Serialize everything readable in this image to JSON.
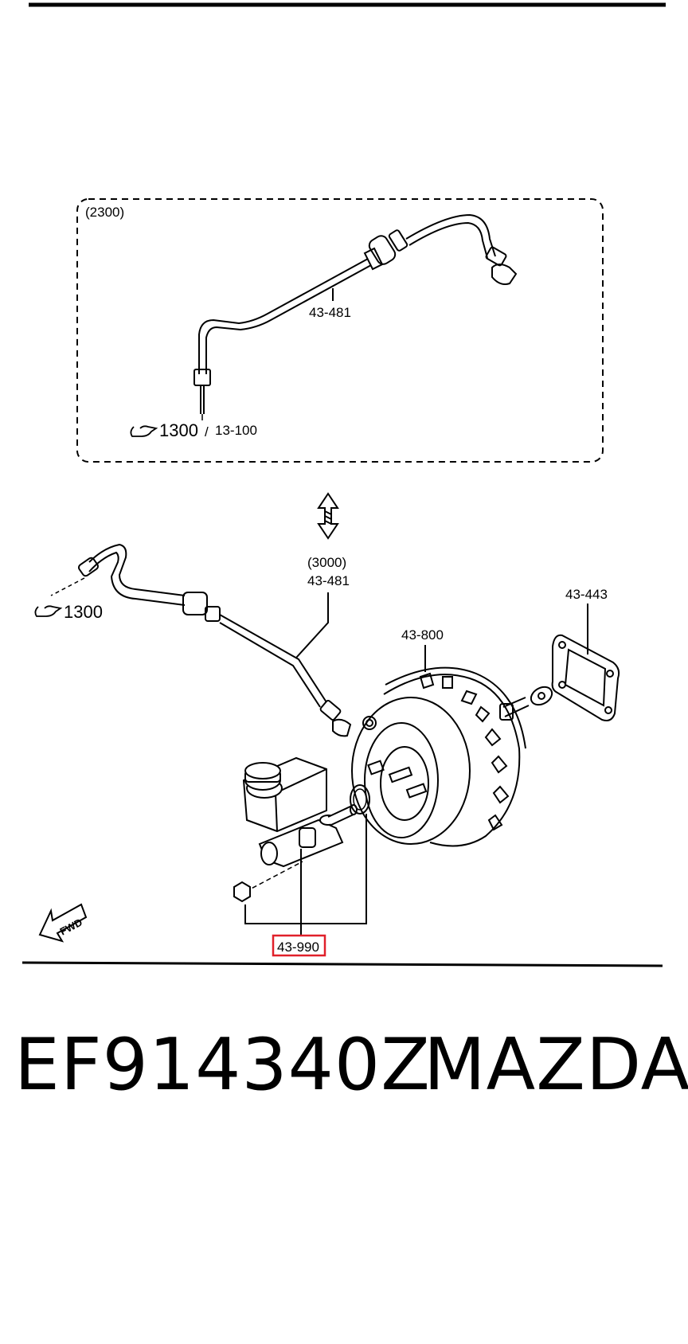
{
  "diagram": {
    "variant_a_code": "(2300)",
    "variant_b_code": "(3000)",
    "variant_a_part": "43-481",
    "variant_b_part": "43-481",
    "ref_a_main": "1300",
    "ref_a_sep": "/",
    "ref_a_sub": "13-100",
    "ref_b_main": "1300",
    "booster_part": "43-800",
    "gasket_part": "43-443",
    "master_cylinder_part": "43-990",
    "fwd_arrow": "FWD",
    "highlight_color": "#e0202a"
  },
  "footer": {
    "part_number": "EF914340Z",
    "brand": "MAZDA"
  }
}
